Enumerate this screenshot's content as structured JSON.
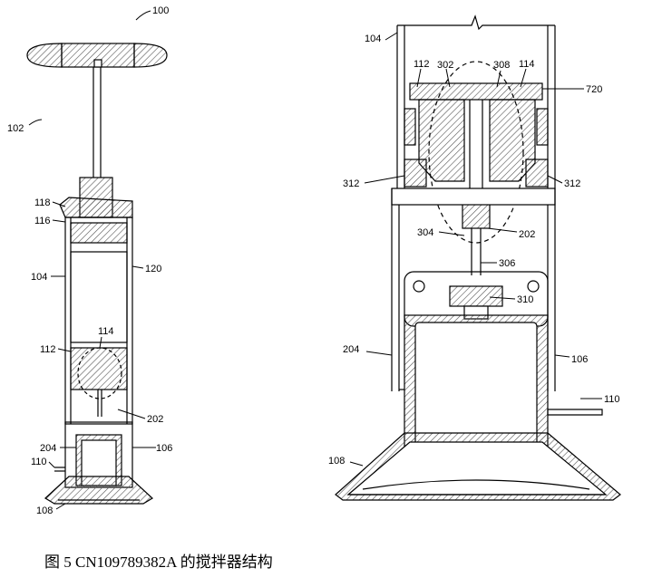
{
  "caption": "图 5 CN109789382A 的搅拌器结构",
  "left_figure": {
    "labels": [
      "100",
      "102",
      "118",
      "116",
      "104",
      "120",
      "114",
      "112",
      "202",
      "106",
      "204",
      "110",
      "108"
    ]
  },
  "right_figure": {
    "labels": [
      "104",
      "112",
      "302",
      "308",
      "114",
      "720",
      "312",
      "312",
      "304",
      "202",
      "306",
      "310",
      "204",
      "106",
      "110",
      "108"
    ]
  },
  "colors": {
    "line": "#000000",
    "hatch": "#555555",
    "background": "#ffffff"
  }
}
